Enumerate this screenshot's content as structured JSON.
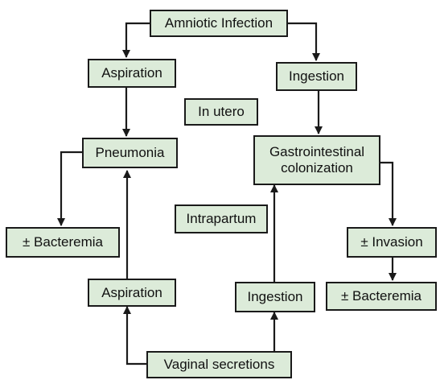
{
  "colors": {
    "box_fill": "#dcebd9",
    "box_border": "#1a1a1a",
    "arrow": "#1a1a1a",
    "background": "#ffffff"
  },
  "nodes": {
    "amniotic_infection": "Amniotic Infection",
    "aspiration_top": "Aspiration",
    "ingestion_top": "Ingestion",
    "in_utero": "In utero",
    "pneumonia": "Pneumonia",
    "gi_colonization": "Gastrointestinal\ncolonization",
    "intrapartum": "Intrapartum",
    "bacteremia_left": "± Bacteremia",
    "invasion": "± Invasion",
    "aspiration_bottom": "Aspiration",
    "ingestion_bottom": "Ingestion",
    "bacteremia_right": "± Bacteremia",
    "vaginal_secretions": "Vaginal secretions"
  }
}
